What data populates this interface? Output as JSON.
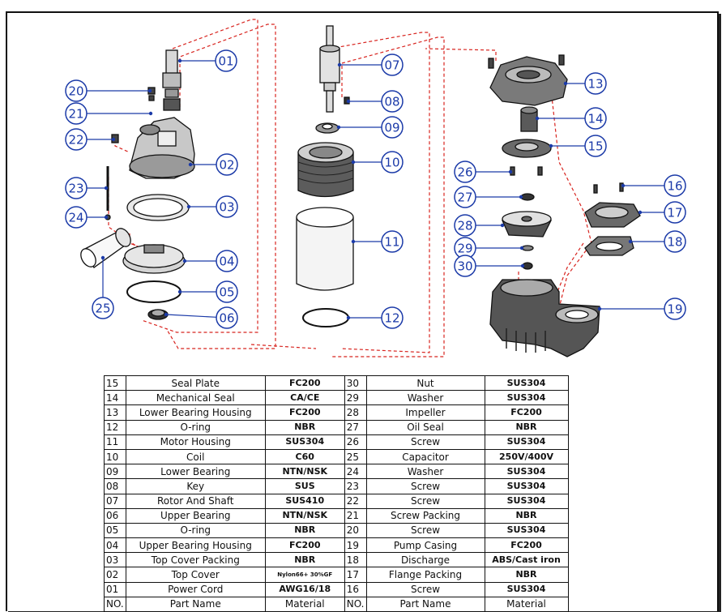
{
  "labels": [
    "01",
    "02",
    "03",
    "04",
    "05",
    "06",
    "07",
    "08",
    "09",
    "10",
    "11",
    "12",
    "13",
    "14",
    "15",
    "16",
    "17",
    "18",
    "19",
    "20",
    "21",
    "22",
    "23",
    "24",
    "25",
    "26",
    "27",
    "28",
    "29",
    "30"
  ],
  "table": {
    "header": {
      "no": "NO.",
      "name": "Part Name",
      "material": "Material"
    },
    "rows": [
      {
        "l_no": "15",
        "l_name": "Seal Plate",
        "l_mat": "FC200",
        "r_no": "30",
        "r_name": "Nut",
        "r_mat": "SUS304"
      },
      {
        "l_no": "14",
        "l_name": "Mechanical Seal",
        "l_mat": "CA/CE",
        "r_no": "29",
        "r_name": "Washer",
        "r_mat": "SUS304"
      },
      {
        "l_no": "13",
        "l_name": "Lower Bearing Housing",
        "l_mat": "FC200",
        "r_no": "28",
        "r_name": "Impeller",
        "r_mat": "FC200"
      },
      {
        "l_no": "12",
        "l_name": "O-ring",
        "l_mat": "NBR",
        "r_no": "27",
        "r_name": "Oil Seal",
        "r_mat": "NBR"
      },
      {
        "l_no": "11",
        "l_name": "Motor Housing",
        "l_mat": "SUS304",
        "r_no": "26",
        "r_name": "Screw",
        "r_mat": "SUS304"
      },
      {
        "l_no": "10",
        "l_name": "Coil",
        "l_mat": "C60",
        "r_no": "25",
        "r_name": "Capacitor",
        "r_mat": "250V/400V"
      },
      {
        "l_no": "09",
        "l_name": "Lower Bearing",
        "l_mat": "NTN/NSK",
        "r_no": "24",
        "r_name": "Washer",
        "r_mat": "SUS304"
      },
      {
        "l_no": "08",
        "l_name": "Key",
        "l_mat": "SUS",
        "r_no": "23",
        "r_name": "Screw",
        "r_mat": "SUS304"
      },
      {
        "l_no": "07",
        "l_name": "Rotor And Shaft",
        "l_mat": "SUS410",
        "r_no": "22",
        "r_name": "Screw",
        "r_mat": "SUS304"
      },
      {
        "l_no": "06",
        "l_name": "Upper Bearing",
        "l_mat": "NTN/NSK",
        "r_no": "21",
        "r_name": "Screw Packing",
        "r_mat": "NBR"
      },
      {
        "l_no": "05",
        "l_name": "O-ring",
        "l_mat": "NBR",
        "r_no": "20",
        "r_name": "Screw",
        "r_mat": "SUS304"
      },
      {
        "l_no": "04",
        "l_name": "Upper Bearing Housing",
        "l_mat": "FC200",
        "r_no": "19",
        "r_name": "Pump Casing",
        "r_mat": "FC200"
      },
      {
        "l_no": "03",
        "l_name": "Top Cover Packing",
        "l_mat": "NBR",
        "r_no": "18",
        "r_name": "Discharge",
        "r_mat": "ABS/Cast iron"
      },
      {
        "l_no": "02",
        "l_name": "Top Cover",
        "l_mat": "Nylon66+ 30%GF",
        "r_no": "17",
        "r_name": "Flange Packing",
        "r_mat": "NBR"
      },
      {
        "l_no": "01",
        "l_name": "Power Cord",
        "l_mat": "AWG16/18",
        "r_no": "16",
        "r_name": "Screw",
        "r_mat": "SUS304"
      }
    ]
  },
  "colors": {
    "label": "#1b3aa8",
    "leader": "#d8241f",
    "line": "#111111"
  }
}
